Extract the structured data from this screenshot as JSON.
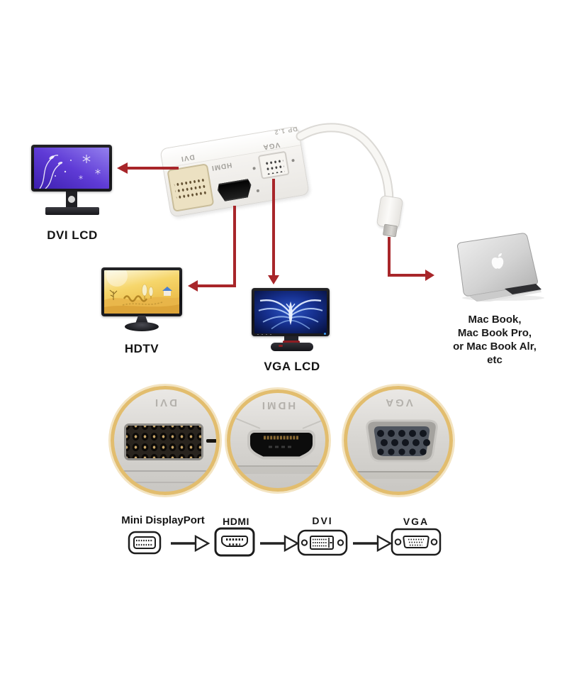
{
  "adapter": {
    "dvi_label": "DVI",
    "hdmi_label": "HDMI",
    "vga_label": "VGA",
    "dp_label": "DP 1.2"
  },
  "monitors": {
    "dvi_lcd_label": "DVI LCD",
    "hdtv_label": "HDTV",
    "vga_lcd_label": "VGA LCD"
  },
  "macbook": {
    "lines": [
      "Mac Book,",
      "Mac Book Pro,",
      "or Mac Book Alr,",
      "etc"
    ]
  },
  "closeups": {
    "dvi_label": "DVI",
    "hdmi_label": "HDMI",
    "vga_label": "VGA"
  },
  "flow": {
    "steps": [
      {
        "label": "Mini DisplayPort"
      },
      {
        "label": "HDMI"
      },
      {
        "label": "DVI"
      },
      {
        "label": "VGA"
      }
    ]
  },
  "colors": {
    "arrow_red": "#a8262a",
    "ring_gold": "#e2bd6e",
    "background": "#ffffff"
  }
}
